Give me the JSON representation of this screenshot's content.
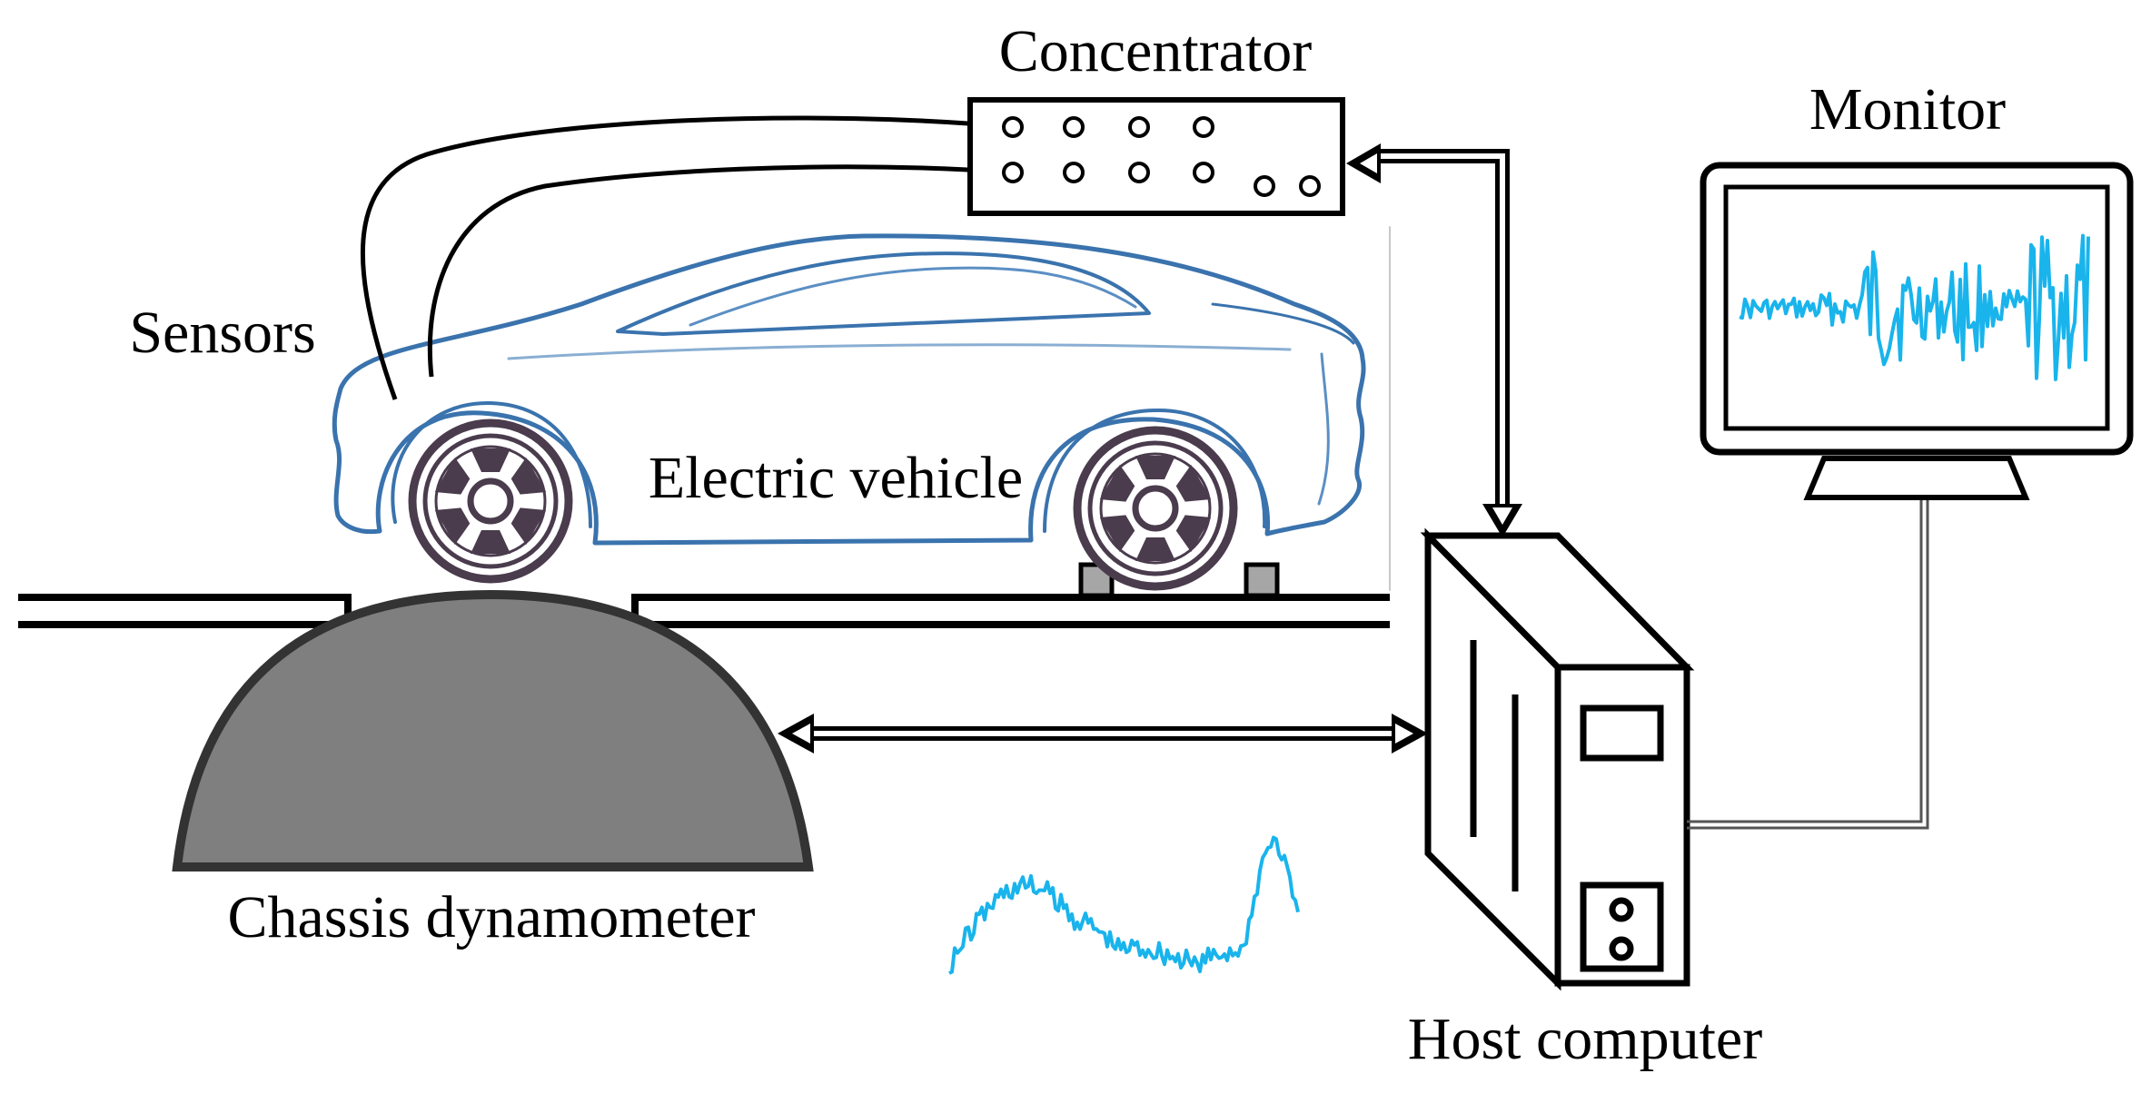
{
  "labels": {
    "concentrator": "Concentrator",
    "monitor": "Monitor",
    "sensors": "Sensors",
    "electric_vehicle": "Electric vehicle",
    "chassis_dynamometer": "Chassis dynamometer",
    "host_computer": "Host computer"
  },
  "colors": {
    "line": "#000000",
    "car_outline": "#3a73ad",
    "signal": "#19b4ec",
    "dynamometer_fill": "#7f7f7f",
    "block_fill": "#a6a6a6",
    "wheel": "#4a3b4d"
  },
  "icons": {
    "car": "car-outline-icon",
    "wheel": "wheel-icon",
    "monitor": "monitor-icon",
    "computer": "tower-computer-icon",
    "signal": "waveform-icon"
  }
}
